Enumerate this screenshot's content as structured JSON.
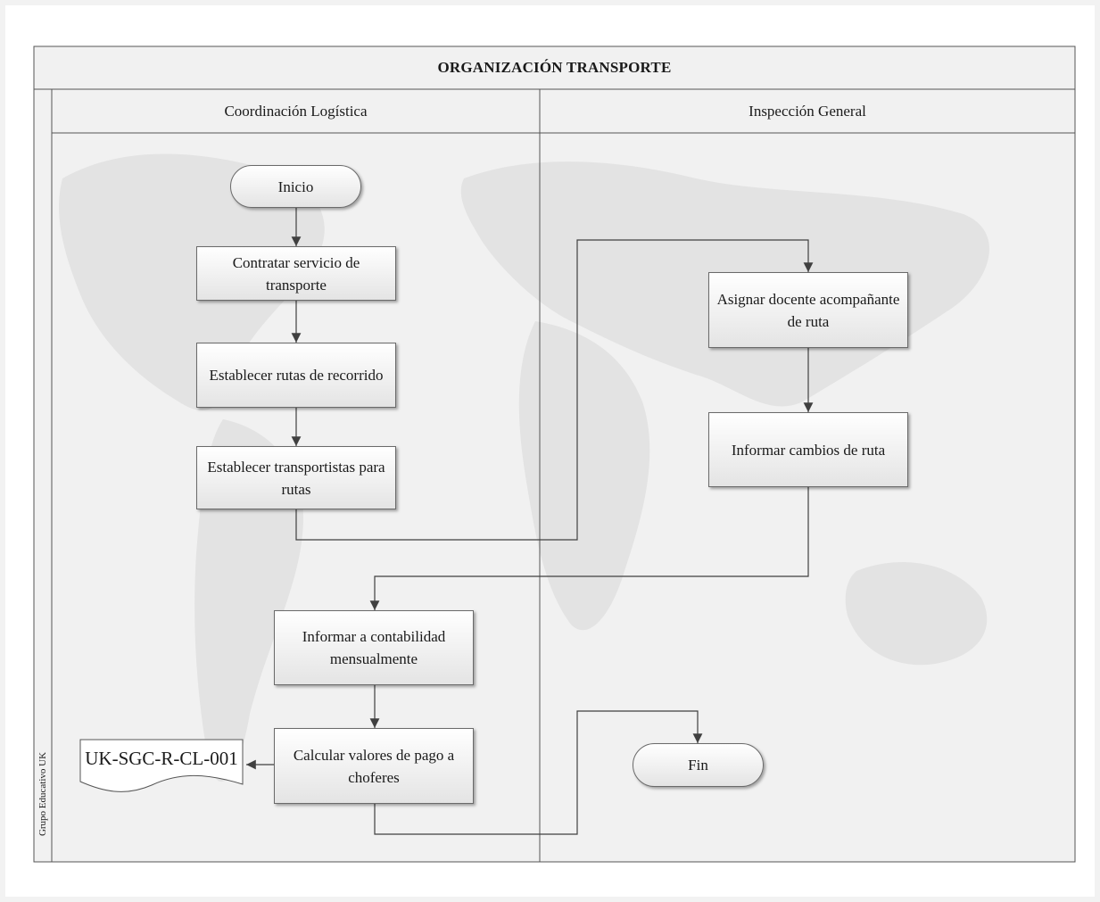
{
  "diagram": {
    "title": "ORGANIZACIÓN TRANSPORTE",
    "side_label": "Grupo Educativo UK",
    "lanes": [
      {
        "name": "Coordinación Logística"
      },
      {
        "name": "Inspección General"
      }
    ],
    "nodes": {
      "start": "Inicio",
      "contract": "Contratar servicio de transporte",
      "routes": "Establecer rutas de recorrido",
      "carriers": "Establecer transportistas para rutas",
      "assign": "Asignar docente acompañante de ruta",
      "changes": "Informar cambios de ruta",
      "accounting": "Informar a contabilidad mensualmente",
      "payments": "Calcular valores de pago a choferes",
      "end": "Fin"
    },
    "document": "UK-SGC-R-CL-001",
    "edges": [
      [
        "start",
        "contract"
      ],
      [
        "contract",
        "routes"
      ],
      [
        "routes",
        "carriers"
      ],
      [
        "carriers",
        "assign"
      ],
      [
        "assign",
        "changes"
      ],
      [
        "changes",
        "accounting"
      ],
      [
        "accounting",
        "payments"
      ],
      [
        "payments",
        "document"
      ],
      [
        "payments",
        "end"
      ]
    ]
  }
}
